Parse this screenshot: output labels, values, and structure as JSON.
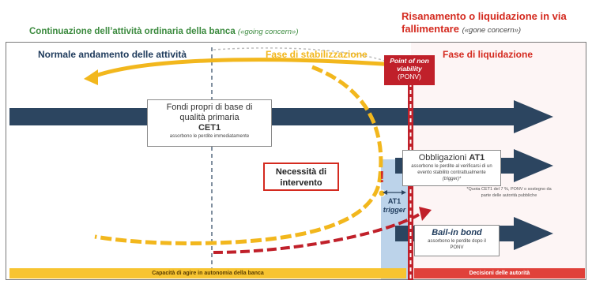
{
  "headers": {
    "going_concern": "Continuazione dell’attività ordinaria della banca",
    "going_concern_italic": "(«going concern»)",
    "gone_concern_line1": "Risanamento o liquidazione in via",
    "gone_concern_line2": "fallimentare",
    "gone_concern_italic": "(«gone concern»)"
  },
  "phases": {
    "normal": "Normale andamento delle attività",
    "stabilization": "Fase di stabilizzazione",
    "liquidation": "Fase di liquidazione"
  },
  "ponv": {
    "line1": "Point of non",
    "line2": "viability",
    "line3": "(PONV)"
  },
  "cet1": {
    "line1": "Fondi propri di base di",
    "line2": "qualità primaria",
    "title": "CET1",
    "note": "assorbono le perdite immediatamente"
  },
  "at1": {
    "prefix": "Obbligazioni",
    "title": "AT1",
    "note_line1": "assorbono le perdite al verificarsi di un",
    "note_line2": "evento stabilito contrattualmente",
    "note_line3": "(trigger)*"
  },
  "footnote": {
    "line1": "*Quota CET1 del 7 %, PONV o sostegno da",
    "line2": "parte delle autorità pubbliche"
  },
  "need": {
    "line1": "Necessità di",
    "line2": "intervento",
    "mark": "!"
  },
  "at1_trigger": {
    "line1": "AT1",
    "line2": "trigger"
  },
  "bail_in": {
    "title": "Bail-in bond",
    "note_line1": "assorbono le perdite dopo il",
    "note_line2": "PONV"
  },
  "bottom": {
    "autonomy": "Capacità di agire in autonomia della banca",
    "authorities": "Decisioni delle autorità"
  },
  "colors": {
    "navy": "#2c4560",
    "yellow": "#f2b71d",
    "red": "#c0202a",
    "green": "#3b8a3e",
    "trigger_band": "#bcd3ea"
  }
}
